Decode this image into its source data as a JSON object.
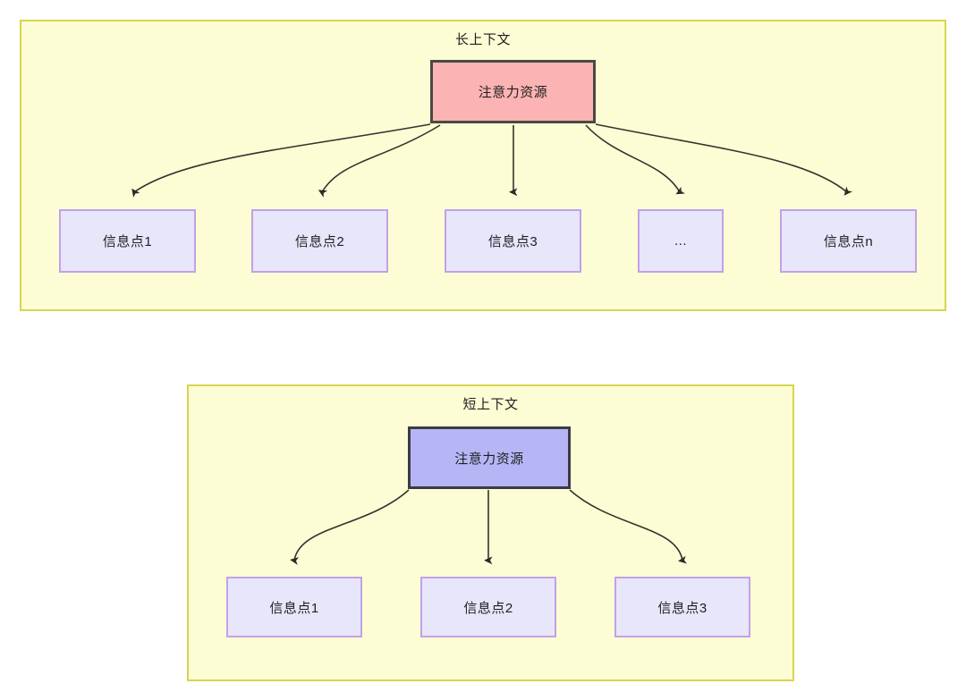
{
  "diagram": {
    "type": "attention-allocation-comparison",
    "background_color": "#ffffff",
    "panel_fill": "#fdfdd5",
    "panel_border": "#d6d64f",
    "edge_color": "#33332e"
  },
  "panels": [
    {
      "id": "long-context",
      "title": "长上下文",
      "root": {
        "label": "注意力资源",
        "fill": "#fcb3b3",
        "border": "#4a4a42"
      },
      "children": [
        {
          "label": "信息点1",
          "fill": "#e8e6fb",
          "border": "#c0a2e8"
        },
        {
          "label": "信息点2",
          "fill": "#e8e6fb",
          "border": "#c0a2e8"
        },
        {
          "label": "信息点3",
          "fill": "#e8e6fb",
          "border": "#c0a2e8"
        },
        {
          "label": "...",
          "fill": "#e8e6fb",
          "border": "#c0a2e8"
        },
        {
          "label": "信息点n",
          "fill": "#e8e6fb",
          "border": "#c0a2e8"
        }
      ]
    },
    {
      "id": "short-context",
      "title": "短上下文",
      "root": {
        "label": "注意力资源",
        "fill": "#b6b6f7",
        "border": "#3b3b46"
      },
      "children": [
        {
          "label": "信息点1",
          "fill": "#e8e6fb",
          "border": "#c0a2e8"
        },
        {
          "label": "信息点2",
          "fill": "#e8e6fb",
          "border": "#c0a2e8"
        },
        {
          "label": "信息点3",
          "fill": "#e8e6fb",
          "border": "#c0a2e8"
        }
      ]
    }
  ]
}
